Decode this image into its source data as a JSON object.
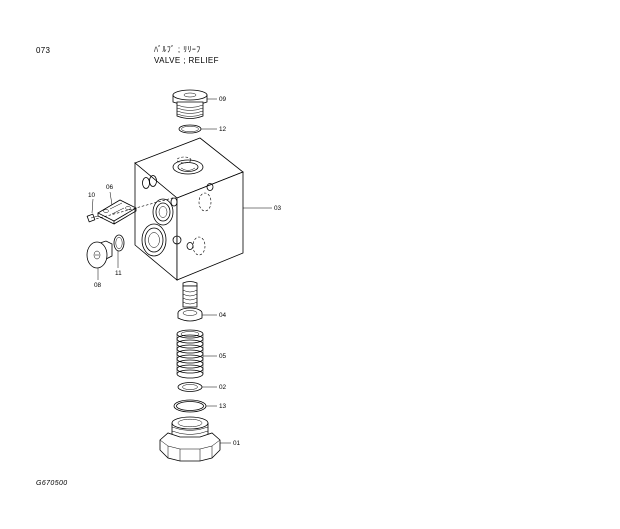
{
  "header": {
    "page_number": "073",
    "title_jp": "ﾊﾞﾙﾌﾞ ; ﾘﾘｰﾌ",
    "title_en": "VALVE ; RELIEF"
  },
  "figure_code": "G670500",
  "callouts": {
    "p09": "09",
    "p12": "12",
    "p03": "03",
    "p10": "10",
    "p06": "06",
    "p08": "08",
    "p11": "11",
    "p04": "04",
    "p05": "05",
    "p02": "02",
    "p13": "13",
    "p01": "01"
  }
}
